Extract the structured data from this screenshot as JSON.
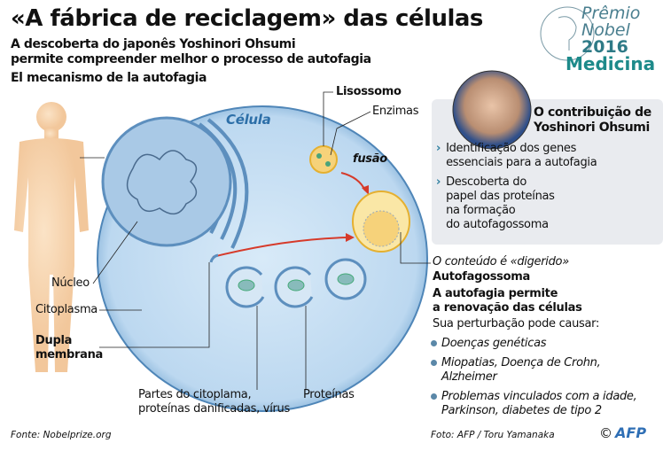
{
  "header": {
    "title": "«A fábrica de reciclagem» das células",
    "subtitle_line1": "A descoberta do japonês Yoshinori Ohsumi",
    "subtitle_line2": "permite compreender melhor o processo de autofagia",
    "section": "El mecanismo de la autofagia"
  },
  "nobel": {
    "line1": "Prêmio",
    "line2": "Nobel",
    "year": "2016",
    "field": "Medicina"
  },
  "contribution": {
    "title_line1": "O contribuição de",
    "title_line2": "Yoshinori Ohsumi",
    "items": [
      {
        "lines": [
          "Identificação dos genes",
          "essenciais para a autofagia"
        ]
      },
      {
        "lines": [
          "Descoberta do",
          "papel das proteínas",
          "na formação",
          "do autofagossoma"
        ]
      }
    ]
  },
  "diagram": {
    "cell": "Célula",
    "lysosome": "Lisossomo",
    "enzymes": "Enzimas",
    "fusion": "fusão",
    "nucleus": "Núcleo",
    "cytoplasm": "Citoplasma",
    "double_membrane_1": "Dupla",
    "double_membrane_2": "membrana",
    "parts_1": "Partes do citoplama,",
    "parts_2": "proteínas danificadas, vírus",
    "proteins": "Proteínas",
    "digested": "O conteúdo é «digerido»",
    "autophagosome": "Autofagossoma"
  },
  "info": {
    "heading1": "A autofagia permite",
    "heading2": "a renovação das células",
    "intro": "Sua perturbação pode causar:",
    "items": [
      {
        "lines": [
          "Doenças genéticas"
        ]
      },
      {
        "lines": [
          "Miopatias, Doença de Crohn,",
          "Alzheimer"
        ]
      },
      {
        "lines": [
          "Problemas vinculados com a idade,",
          "Parkinson, diabetes de tipo 2"
        ]
      }
    ]
  },
  "footer": {
    "source": "Fonte: Nobelprize.org",
    "photo": "Foto: AFP / Toru Yamanaka",
    "copyright": "©",
    "agency": "AFP"
  }
}
